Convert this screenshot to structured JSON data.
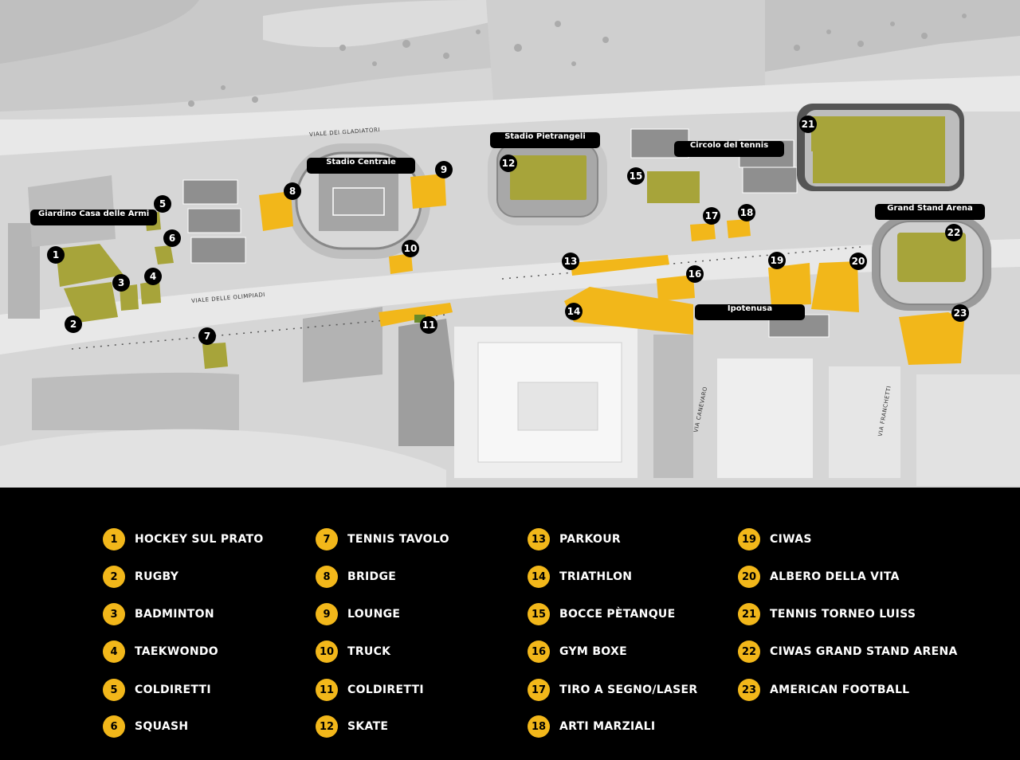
{
  "colors": {
    "background": "#d6d6d6",
    "road": "#e6e6e6",
    "building": "#bdbdbd",
    "area_yellow": "#f2b71a",
    "area_olive": "#a7a43a",
    "marker": "#000000",
    "legend_bg": "#000000",
    "legend_badge": "#f2b71a"
  },
  "venues": {
    "giardino": "Giardino Casa delle Armi",
    "stadio_centrale": "Stadio Centrale",
    "stadio_pietrangeli": "Stadio Pietrangeli",
    "circolo_tennis": "Circolo del tennis",
    "grand_stand": "Grand Stand Arena",
    "ipotenusa": "Ipotenusa"
  },
  "streets": {
    "gladiatori": "VIALE DEI GLADIATORI",
    "olimpiadi": "VIALE DELLE OLIMPIADI",
    "canevaro": "VIA CANEVARO",
    "franchetti": "VIA FRANCHETTI"
  },
  "legend": [
    {
      "num": "1",
      "label": "HOCKEY SUL PRATO"
    },
    {
      "num": "2",
      "label": "RUGBY"
    },
    {
      "num": "3",
      "label": "BADMINTON"
    },
    {
      "num": "4",
      "label": "TAEKWONDO"
    },
    {
      "num": "5",
      "label": "COLDIRETTI"
    },
    {
      "num": "6",
      "label": "SQUASH"
    },
    {
      "num": "7",
      "label": "TENNIS TAVOLO"
    },
    {
      "num": "8",
      "label": "BRIDGE"
    },
    {
      "num": "9",
      "label": "LOUNGE"
    },
    {
      "num": "10",
      "label": "TRUCK"
    },
    {
      "num": "11",
      "label": "COLDIRETTI"
    },
    {
      "num": "12",
      "label": "SKATE"
    },
    {
      "num": "13",
      "label": "PARKOUR"
    },
    {
      "num": "14",
      "label": "TRIATHLON"
    },
    {
      "num": "15",
      "label": "BOCCE PÈTANQUE"
    },
    {
      "num": "16",
      "label": "GYM BOXE"
    },
    {
      "num": "17",
      "label": "TIRO A SEGNO/LASER"
    },
    {
      "num": "18",
      "label": "ARTI MARZIALI"
    },
    {
      "num": "19",
      "label": "CIWAS"
    },
    {
      "num": "20",
      "label": "ALBERO DELLA VITA"
    },
    {
      "num": "21",
      "label": "TENNIS TORNEO LUISS"
    },
    {
      "num": "22",
      "label": "CIWAS GRAND STAND ARENA"
    },
    {
      "num": "23",
      "label": "AMERICAN FOOTBALL"
    }
  ]
}
